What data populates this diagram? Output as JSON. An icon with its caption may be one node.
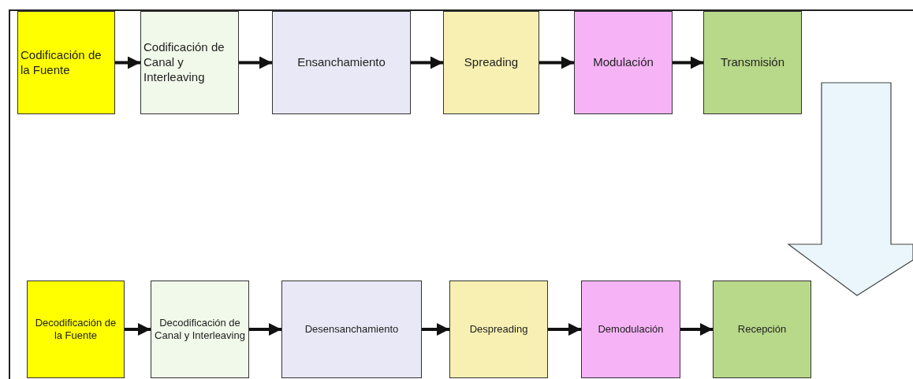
{
  "diagram": {
    "nodes": [
      {
        "text": [
          "Codificación de la Fuente"
        ]
      },
      {
        "text": [
          "Codificación de Canal y Interleaving"
        ]
      },
      {
        "text": [
          "Ensanchamiento"
        ]
      },
      {
        "text": [
          "Spreading"
        ]
      },
      {
        "text": [
          "Modulación"
        ]
      },
      {
        "text": [
          "Transmisión"
        ]
      },
      {
        "text": [
          "Decodificación de la Fuente"
        ]
      },
      {
        "text": [
          "Decodificación de Canal y Interleaving"
        ]
      },
      {
        "text": [
          "Desensanchamiento"
        ]
      },
      {
        "text": [
          "Despreading"
        ]
      },
      {
        "text": [
          "Demodulación"
        ]
      },
      {
        "text": [
          "Recepción"
        ]
      }
    ],
    "edges": [
      {
        "from": 0,
        "to": 1,
        "arrow": "to"
      },
      {
        "from": 1,
        "to": 2,
        "arrow": "to"
      },
      {
        "from": 2,
        "to": 3,
        "arrow": "to"
      },
      {
        "from": 3,
        "to": 4,
        "arrow": "to"
      },
      {
        "from": 4,
        "to": 5,
        "arrow": "to"
      },
      {
        "from": 6,
        "to": 7,
        "arrow": "to"
      },
      {
        "from": 7,
        "to": 8,
        "arrow": "to"
      },
      {
        "from": 8,
        "to": 9,
        "arrow": "to"
      },
      {
        "from": 9,
        "to": 10,
        "arrow": "to"
      },
      {
        "from": 10,
        "to": 11,
        "arrow": "to"
      }
    ]
  }
}
